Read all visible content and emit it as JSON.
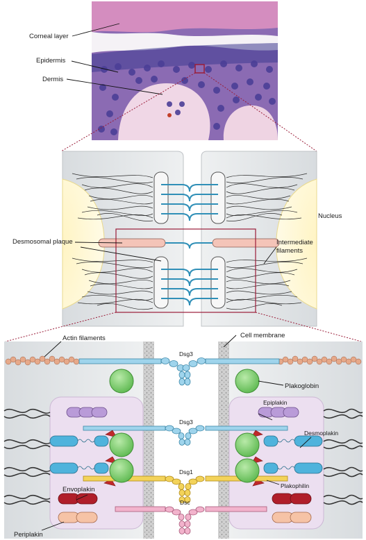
{
  "histology": {
    "labels": {
      "corneal_layer": "Corneal layer",
      "epidermis": "Epidermis",
      "dermis": "Dermis"
    }
  },
  "desmosome_overview": {
    "labels": {
      "nucleus": "Nucleus",
      "desmosomal_plaque": "Desmosomal plaque",
      "intermediate_filaments_line1": "Intermediate",
      "intermediate_filaments_line2": "filaments"
    }
  },
  "molecular_detail": {
    "labels": {
      "actin_filaments": "Actin filaments",
      "cell_membrane": "Cell membrane",
      "plakoglobin": "Plakoglobin",
      "epiplakin": "Epiplakin",
      "desmoplakin": "Desmoplakin",
      "plakophilin": "Plakophilin",
      "envoplakin": "Envoplakin",
      "periplakin": "Periplakin"
    },
    "cadherins": {
      "dsg3_top": "Dsg3",
      "dsg3_mid": "Dsg3",
      "dsg1": "Dsg1",
      "dsc": "Dsc"
    }
  },
  "colors": {
    "dsg3": "#9fd4ec",
    "dsg1": "#f3d35a",
    "dsc": "#f2b3cc",
    "plakoglobin": "#8fd67f",
    "epiplakin": "#b99bd8",
    "desmoplakin": "#4fb3dc",
    "plakophilin": "#c0282a",
    "envoplakin": "#b01e2a",
    "periplakin": "#f6c3a6",
    "plaque": "#e9dbee",
    "cell": "#c8ccd0",
    "membrane": "#d5d5d5",
    "nucleus": "#fff1b8",
    "highlight_box": "#9a1c38",
    "actin": "#e6a98a"
  }
}
